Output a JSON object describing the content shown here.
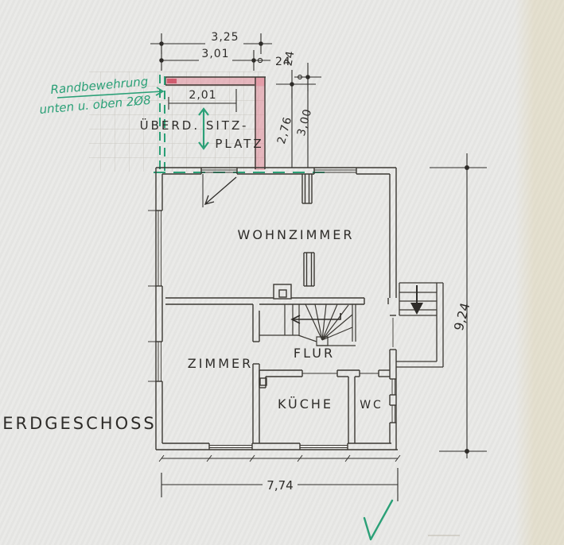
{
  "title": "ERDGESCHOSS",
  "rooms": {
    "living": "WOHNZIMMER",
    "room": "ZIMMER",
    "hall": "FLUR",
    "kitchen": "KÜCHE",
    "wc": "WC",
    "seating_line1": "ÜBERD. SITZ-",
    "seating_line2": "PLATZ"
  },
  "dimensions": {
    "top_width_outer": "3,25",
    "top_width_inner": "3,01",
    "wall_thickness_a": "24",
    "wall_thickness_b": "24",
    "seating_width": "2,01",
    "seating_depth_inner": "2,76",
    "seating_depth_outer": "3,00",
    "house_depth": "9,24",
    "house_width": "7,74"
  },
  "note": {
    "line1": "Randbewehrung",
    "line2": "unten u. oben 2Ø8"
  },
  "colors": {
    "pencil": "#3b3833",
    "highlight_pink": "#e79aa8",
    "annotation_green": "#2ba077",
    "paper": "#e9e9e7"
  }
}
